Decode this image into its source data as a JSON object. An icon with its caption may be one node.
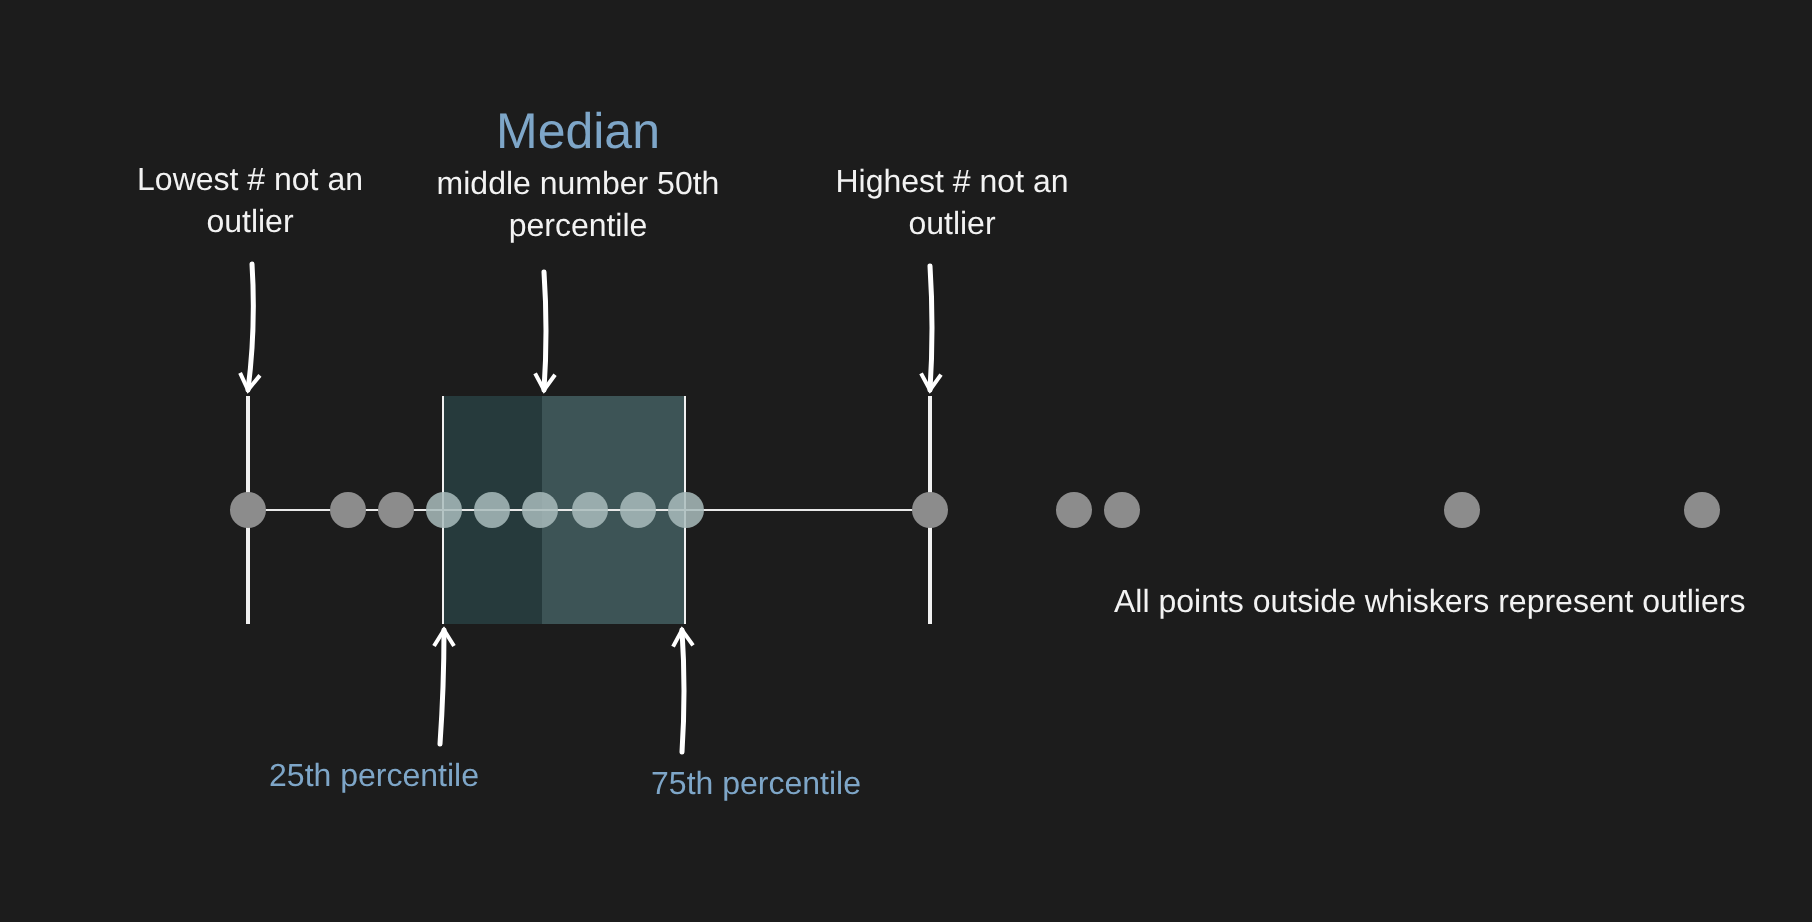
{
  "diagram": {
    "nodes": [
      {
        "text": [
          "Lowest # not an outlier"
        ]
      },
      {
        "text": [
          "Median",
          "middle number 50th percentile"
        ]
      },
      {
        "text": [
          "Highest # not an outlier"
        ]
      },
      {
        "text": [
          "25th percentile"
        ]
      },
      {
        "text": [
          "75th percentile"
        ]
      },
      {
        "text": [],
        "shape": "bar"
      },
      {
        "text": [],
        "shape": "box"
      },
      {
        "text": [],
        "shape": "bar"
      }
    ],
    "edges": [
      {
        "from": 0,
        "to": 5,
        "arrow": "to"
      },
      {
        "from": 1,
        "to": 6,
        "arrow": "to"
      },
      {
        "from": 2,
        "to": 7,
        "arrow": "to"
      },
      {
        "from": 3,
        "to": 6,
        "arrow": "to"
      },
      {
        "from": 4,
        "to": 6,
        "arrow": "to"
      }
    ],
    "labels": [
      "All points outside whiskers represent outliers"
    ]
  }
}
